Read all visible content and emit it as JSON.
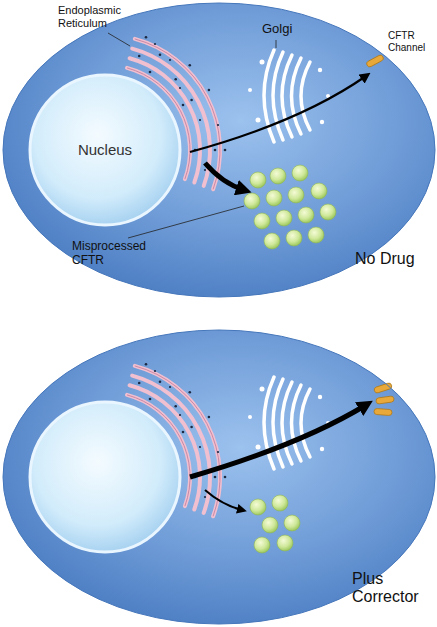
{
  "diagram": {
    "nodes": [
      {
        "text": [
          "No Drug"
        ]
      },
      {
        "text": [
          "Nucleus"
        ],
        "in": 0
      },
      {
        "text": [
          "Plus Corrector"
        ]
      }
    ],
    "labels": [
      "Endoplasmic Reticulum",
      "Golgi",
      "CFTR Channel",
      "Misprocessed CFTR"
    ]
  }
}
